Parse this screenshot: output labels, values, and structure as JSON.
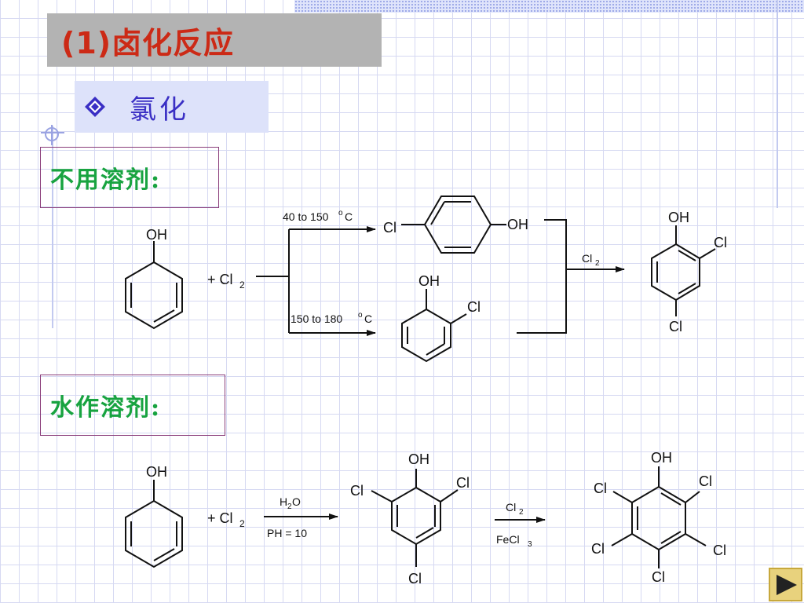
{
  "title": "(1)卤化反应",
  "subtitle": "氯化",
  "sections": {
    "no_solvent": "不用溶剂:",
    "water_solvent": "水作溶剂:"
  },
  "reaction1": {
    "phenol_oh": "OH",
    "plus": "+ Cl",
    "cl2_sub": "2",
    "cond_top_a": "40 to 150",
    "cond_top_sup": "o",
    "cond_top_b": "C",
    "cond_bot_a": "150 to 180",
    "cond_bot_sup": "o",
    "cond_bot_b": "C",
    "para_cl": "Cl",
    "para_oh": "OH",
    "ortho_oh": "OH",
    "ortho_cl": "Cl",
    "reagent": "Cl",
    "reagent_sub": "2",
    "prod_oh": "OH",
    "prod_cl2": "Cl",
    "prod_cl4": "Cl"
  },
  "reaction2": {
    "phenol_oh": "OH",
    "plus": "+ Cl",
    "cl2_sub": "2",
    "cond_top_a": "H",
    "cond_top_sub": "2",
    "cond_top_b": "O",
    "cond_bottom": "PH = 10",
    "tri_oh": "OH",
    "tri_cl_left": "Cl",
    "tri_cl_right": "Cl",
    "tri_cl_bottom": "Cl",
    "reagent_top": "Cl",
    "reagent_top_sub": "2",
    "reagent_bot_a": "FeCl",
    "reagent_bot_sub": "3",
    "penta_oh": "OH",
    "penta_cl_ul": "Cl",
    "penta_cl_ur": "Cl",
    "penta_cl_ll": "Cl",
    "penta_cl_lr": "Cl",
    "penta_cl_bottom": "Cl"
  },
  "icons": {
    "bullet": "diamond-bullet-icon",
    "next": "play-next-icon"
  },
  "colors": {
    "title": "#cc2a16",
    "title_bg": "#b3b3b3",
    "subtitle": "#3a2fc4",
    "subtitle_bg": "#dde2fa",
    "section_label": "#18a340",
    "label_border": "#8a3d7a",
    "grid": "#d6d9f2"
  }
}
